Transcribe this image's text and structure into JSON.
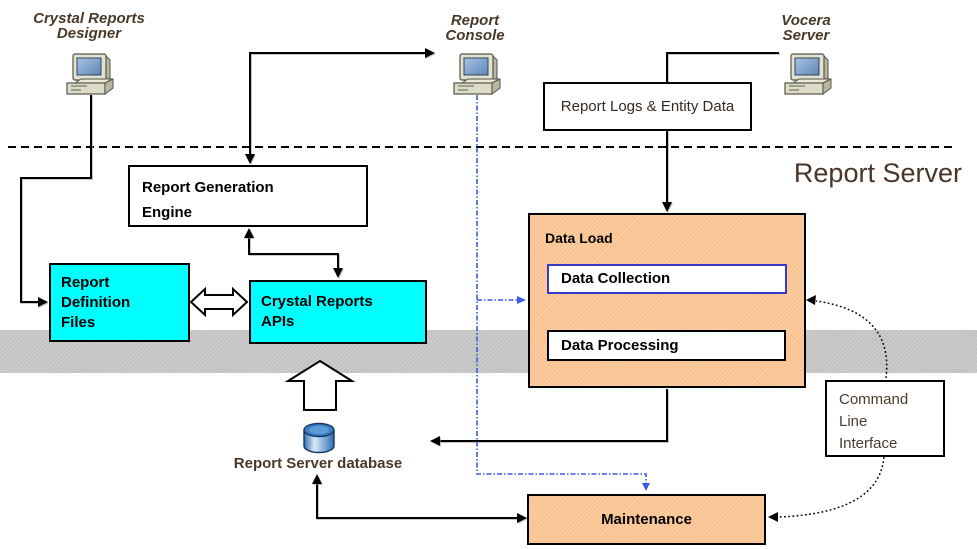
{
  "zone": {
    "label": "Report Server"
  },
  "nodes": {
    "crystal_reports_designer": {
      "line1": "Crystal Reports",
      "line2": "Designer"
    },
    "report_console": {
      "line1": "Report",
      "line2": "Console"
    },
    "vocera_server": {
      "line1": "Vocera",
      "line2": "Server"
    },
    "report_logs": {
      "label": "Report Logs & Entity Data"
    },
    "report_generation_engine": {
      "line1": "Report Generation",
      "line2": "Engine"
    },
    "report_definition_files": {
      "line1": "Report",
      "line2": "Definition",
      "line3": "Files"
    },
    "crystal_reports_apis": {
      "line1": "Crystal Reports",
      "line2": "APIs"
    },
    "data_load": {
      "label": "Data Load"
    },
    "data_collection": {
      "label": "Data Collection"
    },
    "data_processing": {
      "label": "Data Processing"
    },
    "command_line_interface": {
      "line1": "Command",
      "line2": "Line",
      "line3": "Interface"
    },
    "report_server_database": {
      "label": "Report Server database"
    },
    "maintenance": {
      "label": "Maintenance"
    }
  },
  "icons": {
    "computer": "computer-workstation-icon",
    "database": "database-cylinder-icon"
  },
  "colors": {
    "cyan_box": "#00FFFF",
    "orange_box": "#F9C28E",
    "gray_band": "#C2C2C2",
    "blue_line": "#3B5BE0",
    "data_collection_border": "#3A3AC8",
    "label_brown": "#4A3929",
    "report_server_text": "#4A3628"
  }
}
